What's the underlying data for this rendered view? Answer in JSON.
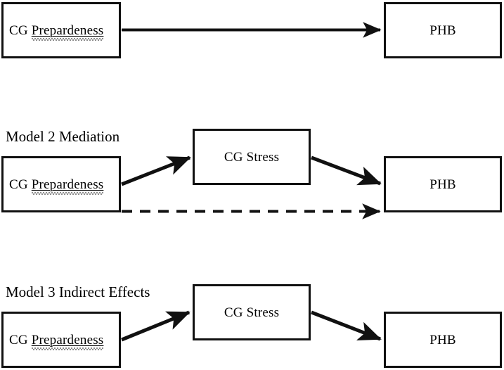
{
  "figure": {
    "background_color": "#ffffff",
    "stroke_color": "#111111",
    "text_color": "#000000",
    "spellcheck_underline_color": "#1a1a1a"
  },
  "panels": [
    {
      "id": "model-1",
      "title": "",
      "nodes": {
        "predictor": "CG Prepardeness",
        "predictor_word_plain": "CG ",
        "predictor_word_misspelled": "Prepardeness",
        "outcome": "PHB"
      },
      "paths": [
        {
          "id": "direct",
          "from": "CG Prepardeness",
          "to": "PHB",
          "style": "solid",
          "arrow": "single"
        }
      ]
    },
    {
      "id": "model-2",
      "title": "Model 2 Mediation",
      "nodes": {
        "predictor": "CG Prepardeness",
        "predictor_word_plain": "CG ",
        "predictor_word_misspelled": "Prepardeness",
        "mediator": "CG Stress",
        "outcome": "PHB"
      },
      "paths": [
        {
          "id": "a-path",
          "from": "CG Prepardeness",
          "to": "CG Stress",
          "style": "solid",
          "arrow": "single"
        },
        {
          "id": "b-path",
          "from": "CG Stress",
          "to": "PHB",
          "style": "solid",
          "arrow": "single"
        },
        {
          "id": "c-prime-path",
          "from": "CG Prepardeness",
          "to": "PHB",
          "style": "dashed",
          "arrow": "single"
        }
      ]
    },
    {
      "id": "model-3",
      "title": "Model 3 Indirect Effects",
      "nodes": {
        "predictor": "CG Prepardeness",
        "predictor_word_plain": "CG ",
        "predictor_word_misspelled": "Prepardeness",
        "mediator": "CG Stress",
        "outcome": "PHB"
      },
      "paths": [
        {
          "id": "a-path",
          "from": "CG Prepardeness",
          "to": "CG Stress",
          "style": "solid",
          "arrow": "single"
        },
        {
          "id": "b-path",
          "from": "CG Stress",
          "to": "PHB",
          "style": "solid",
          "arrow": "single"
        }
      ]
    }
  ]
}
